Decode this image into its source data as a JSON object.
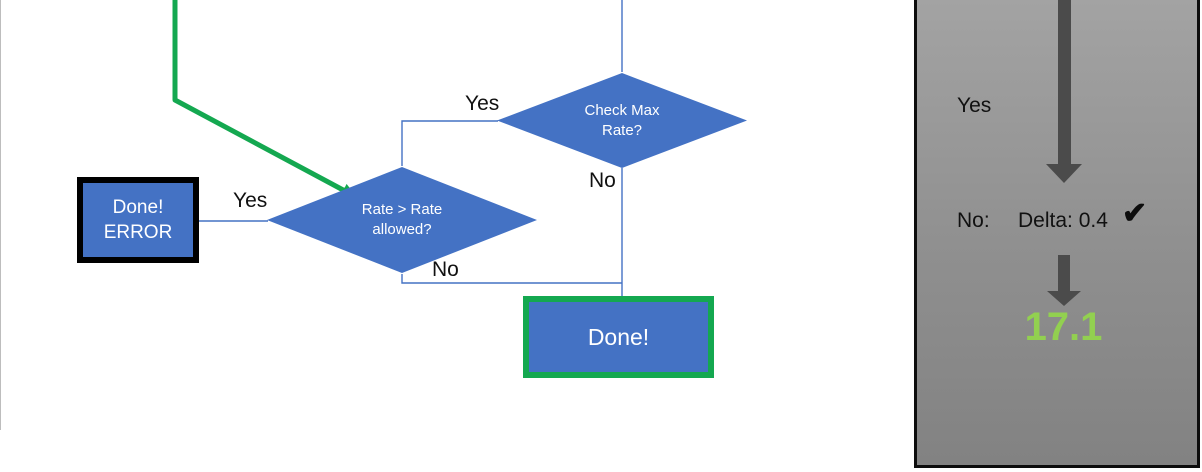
{
  "colors": {
    "shape_blue": "#4472C4",
    "connector_blue": "#4472C4",
    "green": "#14A850",
    "result_green": "#92D050",
    "arrow_gray": "#4b4b4b",
    "panel_gray": "#919191",
    "border_black": "#000000"
  },
  "flowchart": {
    "decisions": {
      "check_max": {
        "line1": "Check Max",
        "line2": "Rate?"
      },
      "rate_allowed": {
        "line1": "Rate > Rate",
        "line2": "allowed?"
      }
    },
    "terminals": {
      "done_error": {
        "line1": "Done!",
        "line2": "ERROR"
      },
      "done": {
        "label": "Done!"
      }
    },
    "branch_labels": {
      "check_max_yes": "Yes",
      "check_max_no": "No",
      "rate_yes": "Yes",
      "rate_no": "No"
    }
  },
  "side_panel": {
    "yes_label": "Yes",
    "no_label": "No:",
    "delta_value": "Delta: 0.4",
    "check_icon": "✔",
    "result_value": "17.1"
  }
}
